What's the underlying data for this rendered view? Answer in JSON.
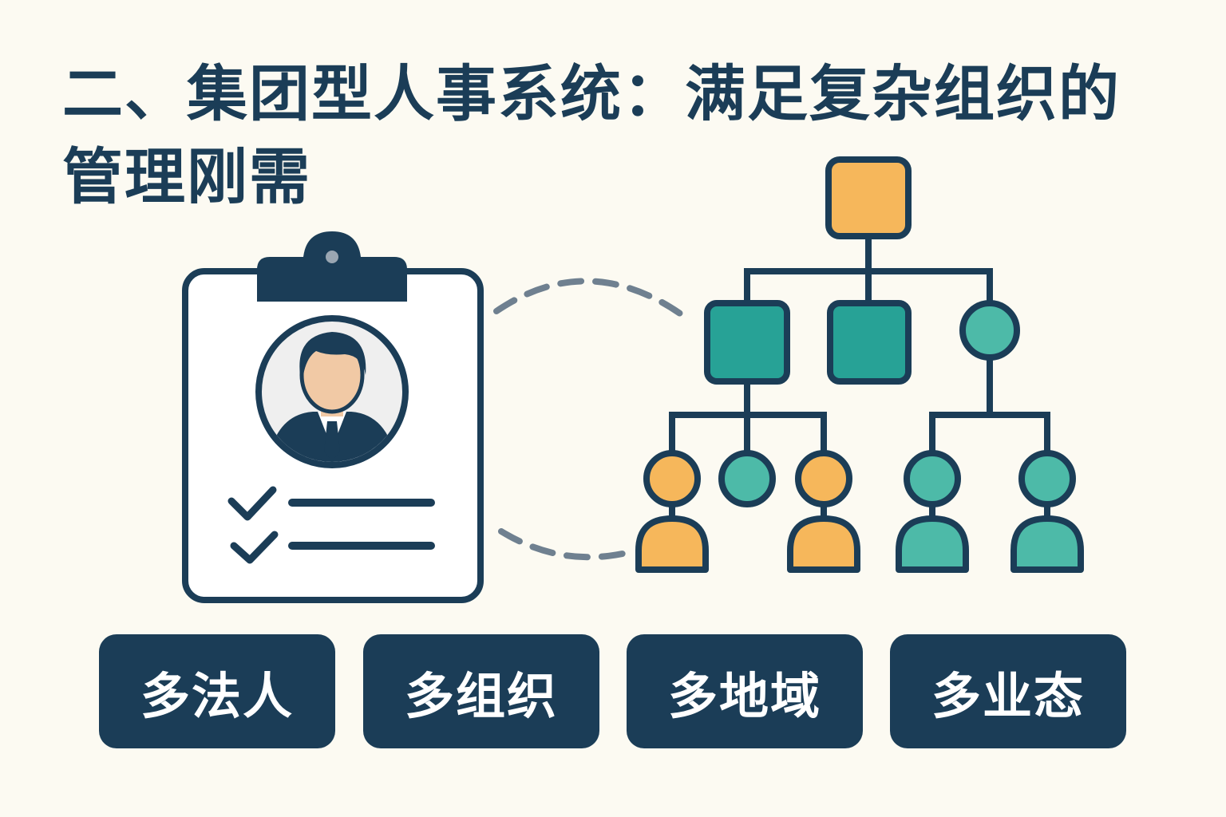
{
  "title": {
    "line1": "二、集团型人事系统：满足复杂组织的",
    "line2": "管理刚需"
  },
  "tags": [
    {
      "label": "多法人"
    },
    {
      "label": "多组织"
    },
    {
      "label": "多地域"
    },
    {
      "label": "多业态"
    }
  ],
  "icons": {
    "clipboard": "employee-profile-clipboard-icon",
    "org_chart": "organization-chart-icon"
  },
  "colors": {
    "navy": "#1b3d57",
    "orange": "#f6b75b",
    "teal_dark": "#27a296",
    "teal_light": "#4dbaa8",
    "background": "#fcfaf2",
    "connector_dash": "#6f8090"
  }
}
